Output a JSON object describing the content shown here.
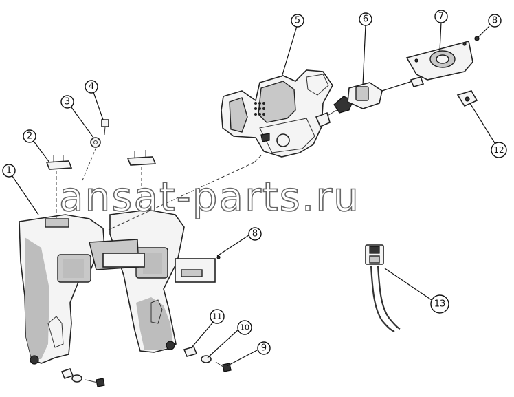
{
  "watermark": {
    "text": "ansat-parts.ru"
  },
  "callouts": [
    {
      "id": "c1",
      "label": "1"
    },
    {
      "id": "c2",
      "label": "2"
    },
    {
      "id": "c3",
      "label": "3"
    },
    {
      "id": "c4",
      "label": "4"
    },
    {
      "id": "c5",
      "label": "5"
    },
    {
      "id": "c6",
      "label": "6"
    },
    {
      "id": "c7",
      "label": "7"
    },
    {
      "id": "c8a",
      "label": "8"
    },
    {
      "id": "c8b",
      "label": "8"
    },
    {
      "id": "c9",
      "label": "9"
    },
    {
      "id": "c10",
      "label": "10"
    },
    {
      "id": "c11",
      "label": "11"
    },
    {
      "id": "c12",
      "label": "12"
    },
    {
      "id": "c13",
      "label": "13"
    }
  ]
}
